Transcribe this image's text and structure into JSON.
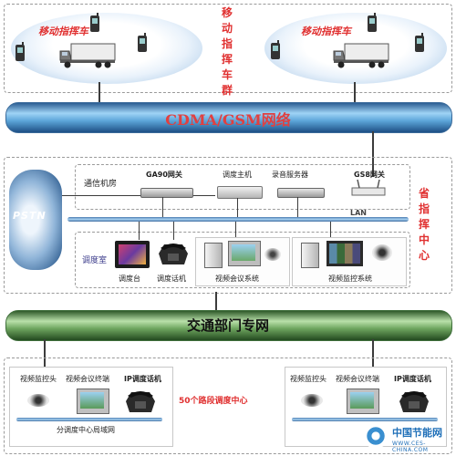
{
  "top_zone": {
    "left_cloud_label": "移动指挥车",
    "right_cloud_label": "移动指挥车",
    "group_label": "移动指挥车群"
  },
  "cdma_network": "CDMA/GSM网络",
  "province_center": {
    "label": "省指挥中心",
    "comm_room_label": "通信机房",
    "pstn_label": "PSTN",
    "devices": {
      "ga90": "GA90网关",
      "dispatch_host": "调度主机",
      "recording_server": "录音服务器",
      "gs8": "GS8网关"
    },
    "lan_label": "LAN",
    "dispatch_room_label": "调度室",
    "dispatch_console": "调度台",
    "dispatch_phone": "调度话机",
    "video_conference": "视频会议系统",
    "video_monitoring": "视频监控系统"
  },
  "transport_network": "交通部门专网",
  "bottom_zone": {
    "center_label": "50个路段调度中心",
    "left_items": [
      "视频监控头",
      "视频会议终端",
      "IP调度话机"
    ],
    "right_items": [
      "视频监控头",
      "视频会议终端",
      "IP调度话机"
    ],
    "lan_label": "分调度中心局域网"
  },
  "watermark": {
    "name": "中国节能网",
    "url": "WWW.CES-CHINA.COM"
  }
}
